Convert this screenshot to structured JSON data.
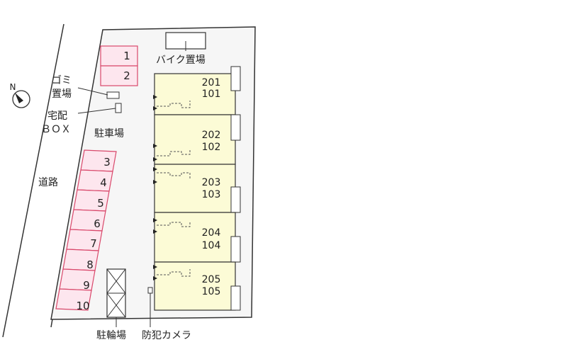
{
  "map": {
    "road_label": "道路",
    "north_label": "N",
    "parking_label": "駐車場",
    "bike_parking_label": "バイク置場",
    "garbage_label_line1": "ゴミ",
    "garbage_label_line2": "置場",
    "delivery_box_label_line1": "宅配",
    "delivery_box_label_line2": "ＢＯＸ",
    "bicycle_parking_label": "駐輪場",
    "camera_label": "防犯カメラ",
    "parking_spaces": [
      "1",
      "2",
      "3",
      "4",
      "5",
      "6",
      "7",
      "8",
      "9",
      "10"
    ],
    "units": [
      {
        "upper": "201",
        "lower": "101"
      },
      {
        "upper": "202",
        "lower": "102"
      },
      {
        "upper": "203",
        "lower": "103"
      },
      {
        "upper": "204",
        "lower": "104"
      },
      {
        "upper": "205",
        "lower": "105"
      }
    ],
    "colors": {
      "parking_space_fill": "#fde6ee",
      "parking_space_border": "#d9486b",
      "building_fill": "#fcfbd6",
      "lot_fill": "#f6f6f6",
      "outline": "#333333"
    }
  }
}
